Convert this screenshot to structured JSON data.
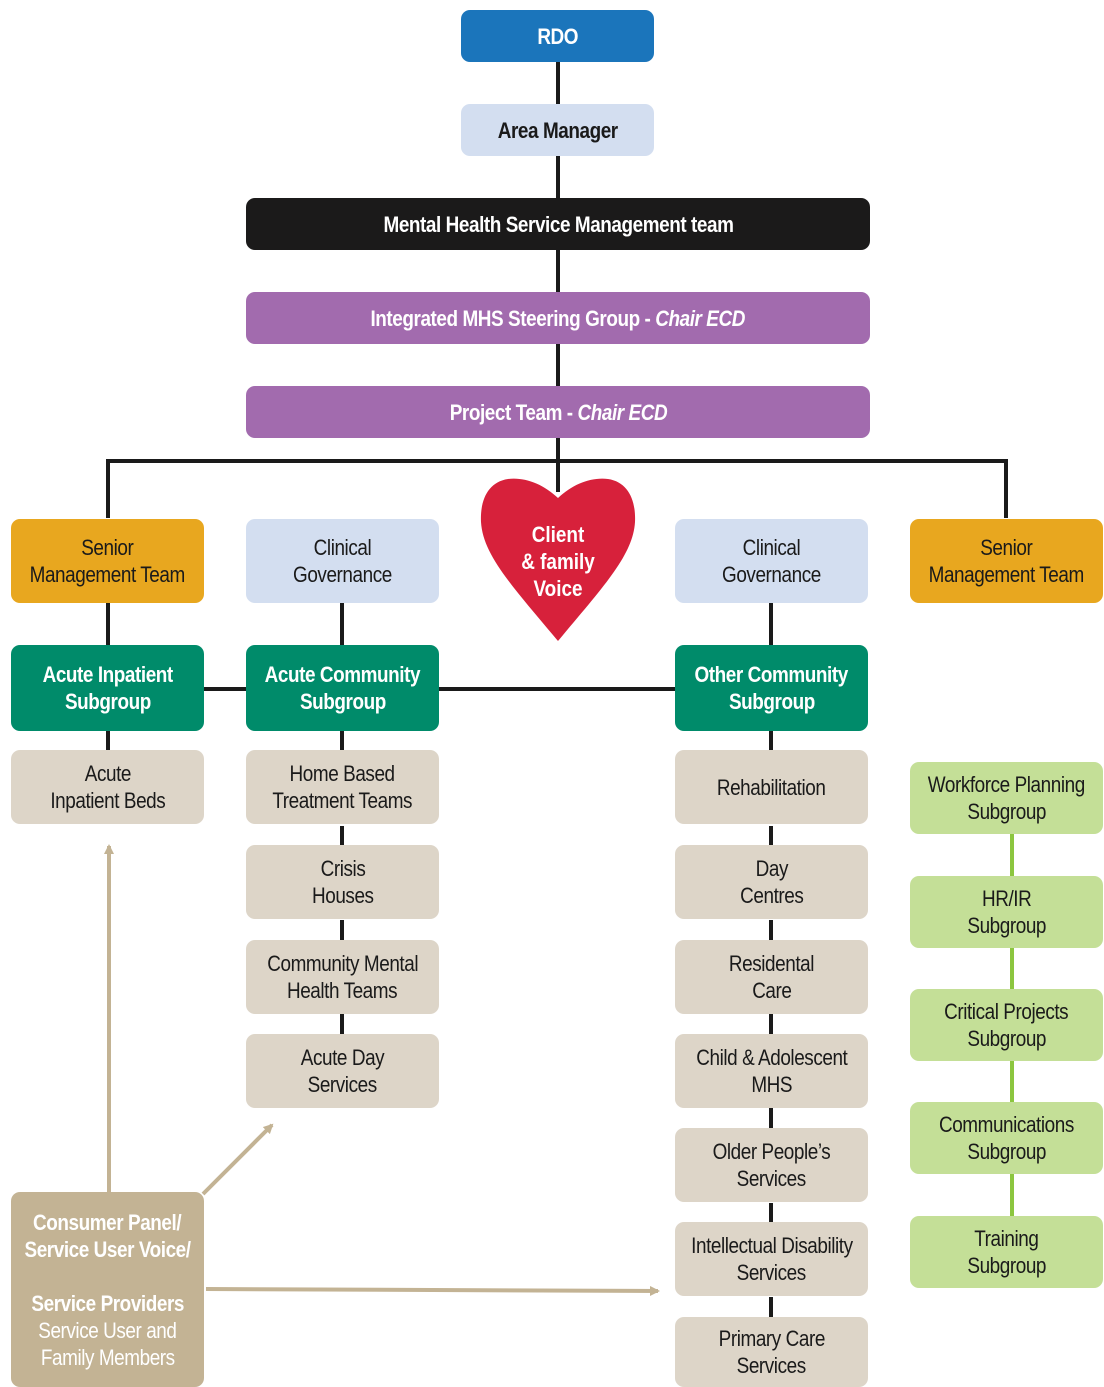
{
  "top": {
    "rdo": "RDO",
    "area_manager": "Area Manager",
    "mhs_mgmt": "Mental Health Service Management team",
    "steering": {
      "name": "Integrated MHS Steering Group - ",
      "chair": "Chair ECD"
    },
    "project": {
      "name": "Project Team - ",
      "chair": "Chair ECD"
    }
  },
  "heart": [
    "Client",
    "& family",
    "Voice"
  ],
  "left_smt": [
    "Senior",
    "Management Team"
  ],
  "right_smt": [
    "Senior",
    "Management Team"
  ],
  "cg_left": [
    "Clinical",
    "Governance"
  ],
  "cg_right": [
    "Clinical",
    "Governance"
  ],
  "subgroups": {
    "acute_inpatient": [
      "Acute Inpatient",
      "Subgroup"
    ],
    "acute_community": [
      "Acute Community",
      "Subgroup"
    ],
    "other_community": [
      "Other Community",
      "Subgroup"
    ]
  },
  "acute_inpatient_services": [
    [
      "Acute",
      "Inpatient Beds"
    ]
  ],
  "acute_community_services": [
    [
      "Home Based",
      "Treatment Teams"
    ],
    [
      "Crisis",
      "Houses"
    ],
    [
      "Community Mental",
      "Health Teams"
    ],
    [
      "Acute Day",
      "Services"
    ]
  ],
  "other_community_services": [
    [
      "Rehabilitation"
    ],
    [
      "Day",
      "Centres"
    ],
    [
      "Residental",
      "Care"
    ],
    [
      "Child & Adolescent",
      "MHS"
    ],
    [
      "Older People’s",
      "Services"
    ],
    [
      "Intellectual Disability",
      "Services"
    ],
    [
      "Primary Care",
      "Services"
    ]
  ],
  "workforce_subgroups": [
    [
      "Workforce Planning",
      "Subgroup"
    ],
    [
      "HR/IR",
      "Subgroup"
    ],
    [
      "Critical Projects",
      "Subgroup"
    ],
    [
      "Communications",
      "Subgroup"
    ],
    [
      "Training",
      "Subgroup"
    ]
  ],
  "consumer_panel": {
    "bold_lines": [
      "Consumer Panel/",
      "Service User Voice/",
      "",
      "Service Providers"
    ],
    "light_lines": [
      "Service User and",
      "Family Members"
    ]
  },
  "colors": {
    "blue": "#1b75bb",
    "light_blue": "#d3def0",
    "black": "#1b1a1a",
    "purple": "#a26bae",
    "gold": "#e8a71f",
    "teal": "#008b6a",
    "beige": "#ddd5c8",
    "green": "#c4df97",
    "tan": "#c3b394",
    "heart_red": "#d7213b",
    "green_line": "#8cc63f"
  }
}
